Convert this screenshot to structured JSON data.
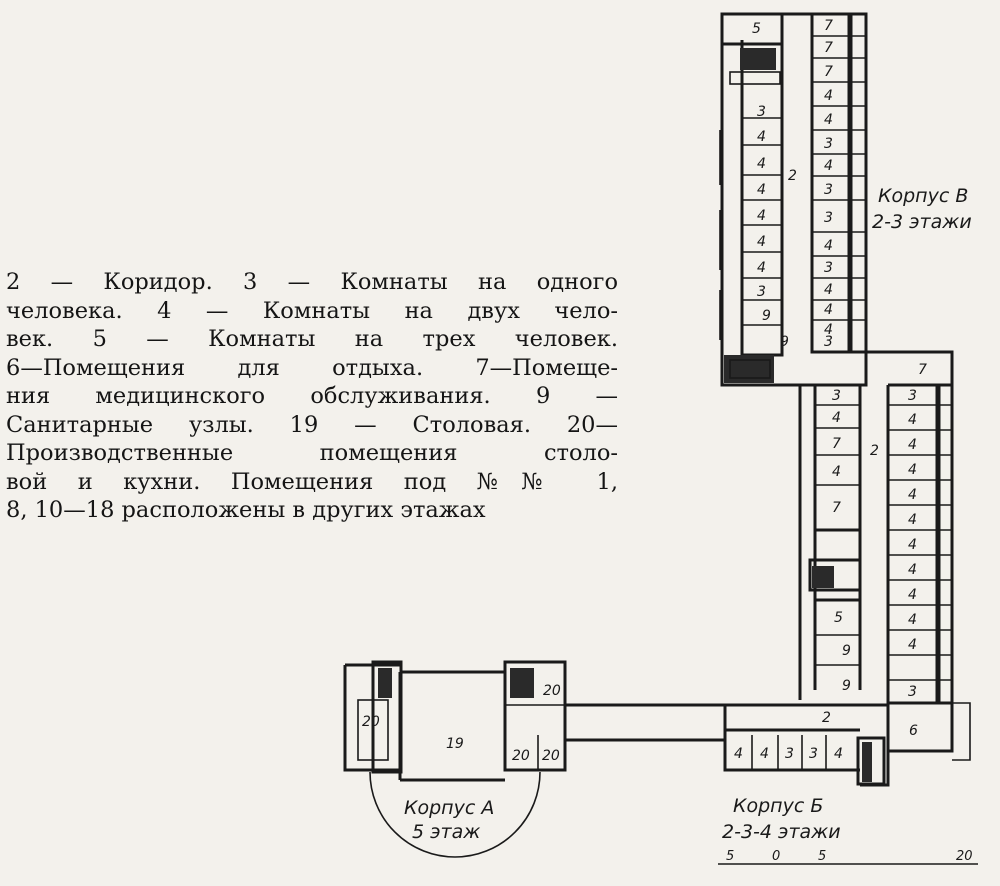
{
  "legend": {
    "lines": [
      "2 — Коридор. 3 — Комнаты на одного",
      "человека. 4 — Комнаты на двух чело-",
      "век. 5 — Комнаты на трех человек.",
      "6—Помещения для отдыха. 7—Помеще-",
      "ния медицинского обслуживания. 9 —",
      "Санитарные узлы. 19 — Столовая. 20—",
      "Производственные помещения столо-",
      "вой и кухни. Помещения под №№ 1,",
      "8, 10—18 расположены в других этажах"
    ]
  },
  "buildings": {
    "v": {
      "name": "Корпус В",
      "floors": "2-3 этажи"
    },
    "b": {
      "name": "Корпус Б",
      "floors": "2-3-4 этажи"
    },
    "a": {
      "name": "Корпус А",
      "floors": "5 этаж"
    }
  },
  "rooms": {
    "v_top": "5",
    "v_left": [
      "3",
      "4",
      "4",
      "4",
      "4",
      "4",
      "4",
      "3",
      "9",
      "9"
    ],
    "v_right": [
      "7",
      "7",
      "7",
      "4",
      "4",
      "3",
      "4",
      "3",
      "3",
      "4",
      "3",
      "4",
      "4",
      "4",
      "3"
    ],
    "v_corridor": "2",
    "b_upper_left": [
      "3",
      "4",
      "7",
      "4",
      "7",
      "5",
      "9",
      "9"
    ],
    "b_upper_right": [
      "7",
      "3",
      "4",
      "4",
      "4",
      "4",
      "4",
      "4",
      "4",
      "4",
      "4",
      "4",
      "3"
    ],
    "b_upper_corridor": "2",
    "b_lower_corridor": "2",
    "b_lower": [
      "4",
      "4",
      "3",
      "3",
      "4"
    ],
    "b_lounge": "6",
    "a_left": "20",
    "a_center": "19",
    "a_right_top": "20",
    "a_right_bottom_1": "20",
    "a_right_bottom_2": "20"
  },
  "scale": {
    "labels": [
      "5",
      "0",
      "5",
      "20"
    ]
  }
}
